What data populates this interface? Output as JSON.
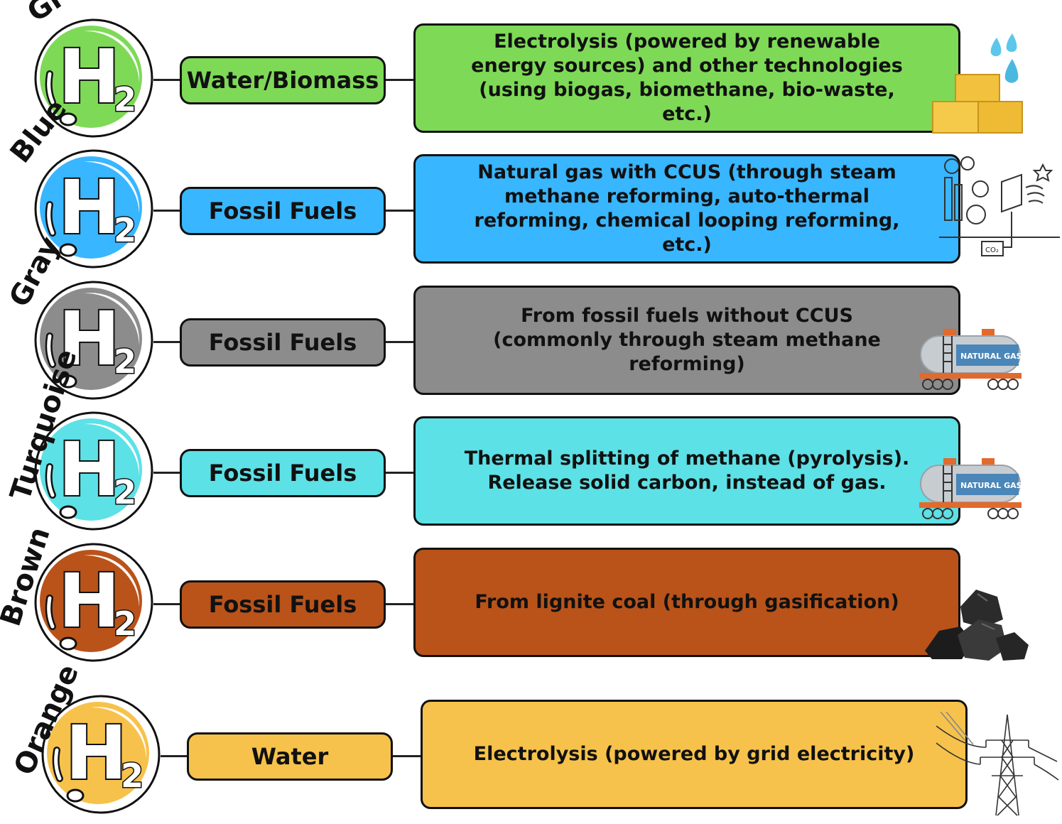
{
  "rows": [
    {
      "key": "green",
      "label": "Green",
      "h": "H",
      "sub": "2",
      "source": "Water/Biomass",
      "description": "Electrolysis (powered by renewable energy sources) and other technologies (using biogas, biomethane, bio-waste, etc.)",
      "color": "#7ed957",
      "illustration": "water-drops-hay-bales"
    },
    {
      "key": "blue",
      "label": "Blue",
      "h": "H",
      "sub": "2",
      "source": "Fossil Fuels",
      "description": "Natural gas with CCUS (through steam methane reforming, auto-thermal reforming, chemical looping reforming, etc.)",
      "color": "#38b6ff",
      "illustration": "carbon-capture-plant",
      "co2_tag": "CO₂"
    },
    {
      "key": "gray",
      "label": "Gray",
      "h": "H",
      "sub": "2",
      "source": "Fossil Fuels",
      "description": "From fossil fuels without CCUS (commonly through steam methane reforming)",
      "color": "#8c8c8c",
      "illustration": "gas-tank-wagon",
      "tank_text": "NATURAL GAS"
    },
    {
      "key": "turquoise",
      "label": "Turquoise",
      "h": "H",
      "sub": "2",
      "source": "Fossil Fuels",
      "description": "Thermal splitting of methane (pyrolysis). Release  solid carbon, instead of gas.",
      "color": "#5ce1e6",
      "illustration": "gas-tank-wagon",
      "tank_text": "NATURAL GAS"
    },
    {
      "key": "brown",
      "label": "Brown",
      "h": "H",
      "sub": "2",
      "source": "Fossil Fuels",
      "description": "From lignite coal (through gasification)",
      "color": "#b9531a",
      "illustration": "coal-pile"
    },
    {
      "key": "orange",
      "label": "Orange",
      "h": "H",
      "sub": "2",
      "source": "Water",
      "description": "Electrolysis (powered by grid electricity)",
      "color": "#f7c24b",
      "illustration": "power-pylon"
    }
  ]
}
